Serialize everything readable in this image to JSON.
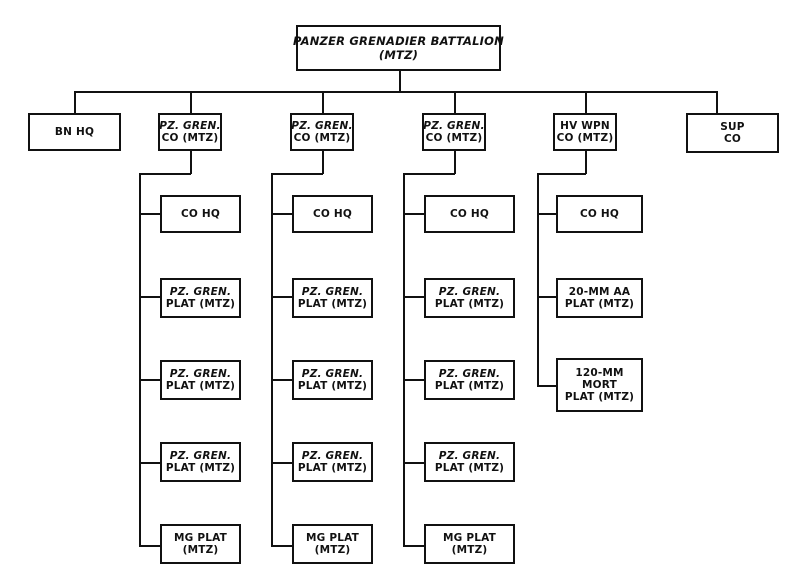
{
  "battalion": {
    "line1": "PANZER GRENADIER BATTALION",
    "line2": "(MTZ)"
  },
  "companies": [
    {
      "line1": "BN HQ",
      "line2": ""
    },
    {
      "line1": "PZ. GREN.",
      "line2": "CO (MTZ)"
    },
    {
      "line1": "PZ. GREN.",
      "line2": "CO (MTZ)"
    },
    {
      "line1": "PZ. GREN.",
      "line2": "CO (MTZ)"
    },
    {
      "line1": "HV WPN",
      "line2": "CO (MTZ)"
    },
    {
      "line1": "SUP",
      "line2": "CO"
    }
  ],
  "gren_co_1": [
    {
      "line1": "CO HQ",
      "line2": ""
    },
    {
      "line1": "PZ. GREN.",
      "line2": "PLAT (MTZ)"
    },
    {
      "line1": "PZ. GREN.",
      "line2": "PLAT (MTZ)"
    },
    {
      "line1": "PZ. GREN.",
      "line2": "PLAT (MTZ)"
    },
    {
      "line1": "MG PLAT",
      "line2": "(MTZ)"
    }
  ],
  "gren_co_2": [
    {
      "line1": "CO HQ",
      "line2": ""
    },
    {
      "line1": "PZ. GREN.",
      "line2": "PLAT (MTZ)"
    },
    {
      "line1": "PZ. GREN.",
      "line2": "PLAT (MTZ)"
    },
    {
      "line1": "PZ. GREN.",
      "line2": "PLAT (MTZ)"
    },
    {
      "line1": "MG PLAT",
      "line2": "(MTZ)"
    }
  ],
  "gren_co_3": [
    {
      "line1": "CO HQ",
      "line2": ""
    },
    {
      "line1": "PZ. GREN.",
      "line2": "PLAT (MTZ)"
    },
    {
      "line1": "PZ. GREN.",
      "line2": "PLAT (MTZ)"
    },
    {
      "line1": "PZ. GREN.",
      "line2": "PLAT (MTZ)"
    },
    {
      "line1": "MG PLAT",
      "line2": "(MTZ)"
    }
  ],
  "hv_wpn_co": [
    {
      "line1": "CO HQ",
      "line2": "",
      "line3": ""
    },
    {
      "line1": "20-MM AA",
      "line2": "PLAT (MTZ)",
      "line3": ""
    },
    {
      "line1": "120-MM",
      "line2": "MORT",
      "line3": "PLAT (MTZ)"
    }
  ]
}
